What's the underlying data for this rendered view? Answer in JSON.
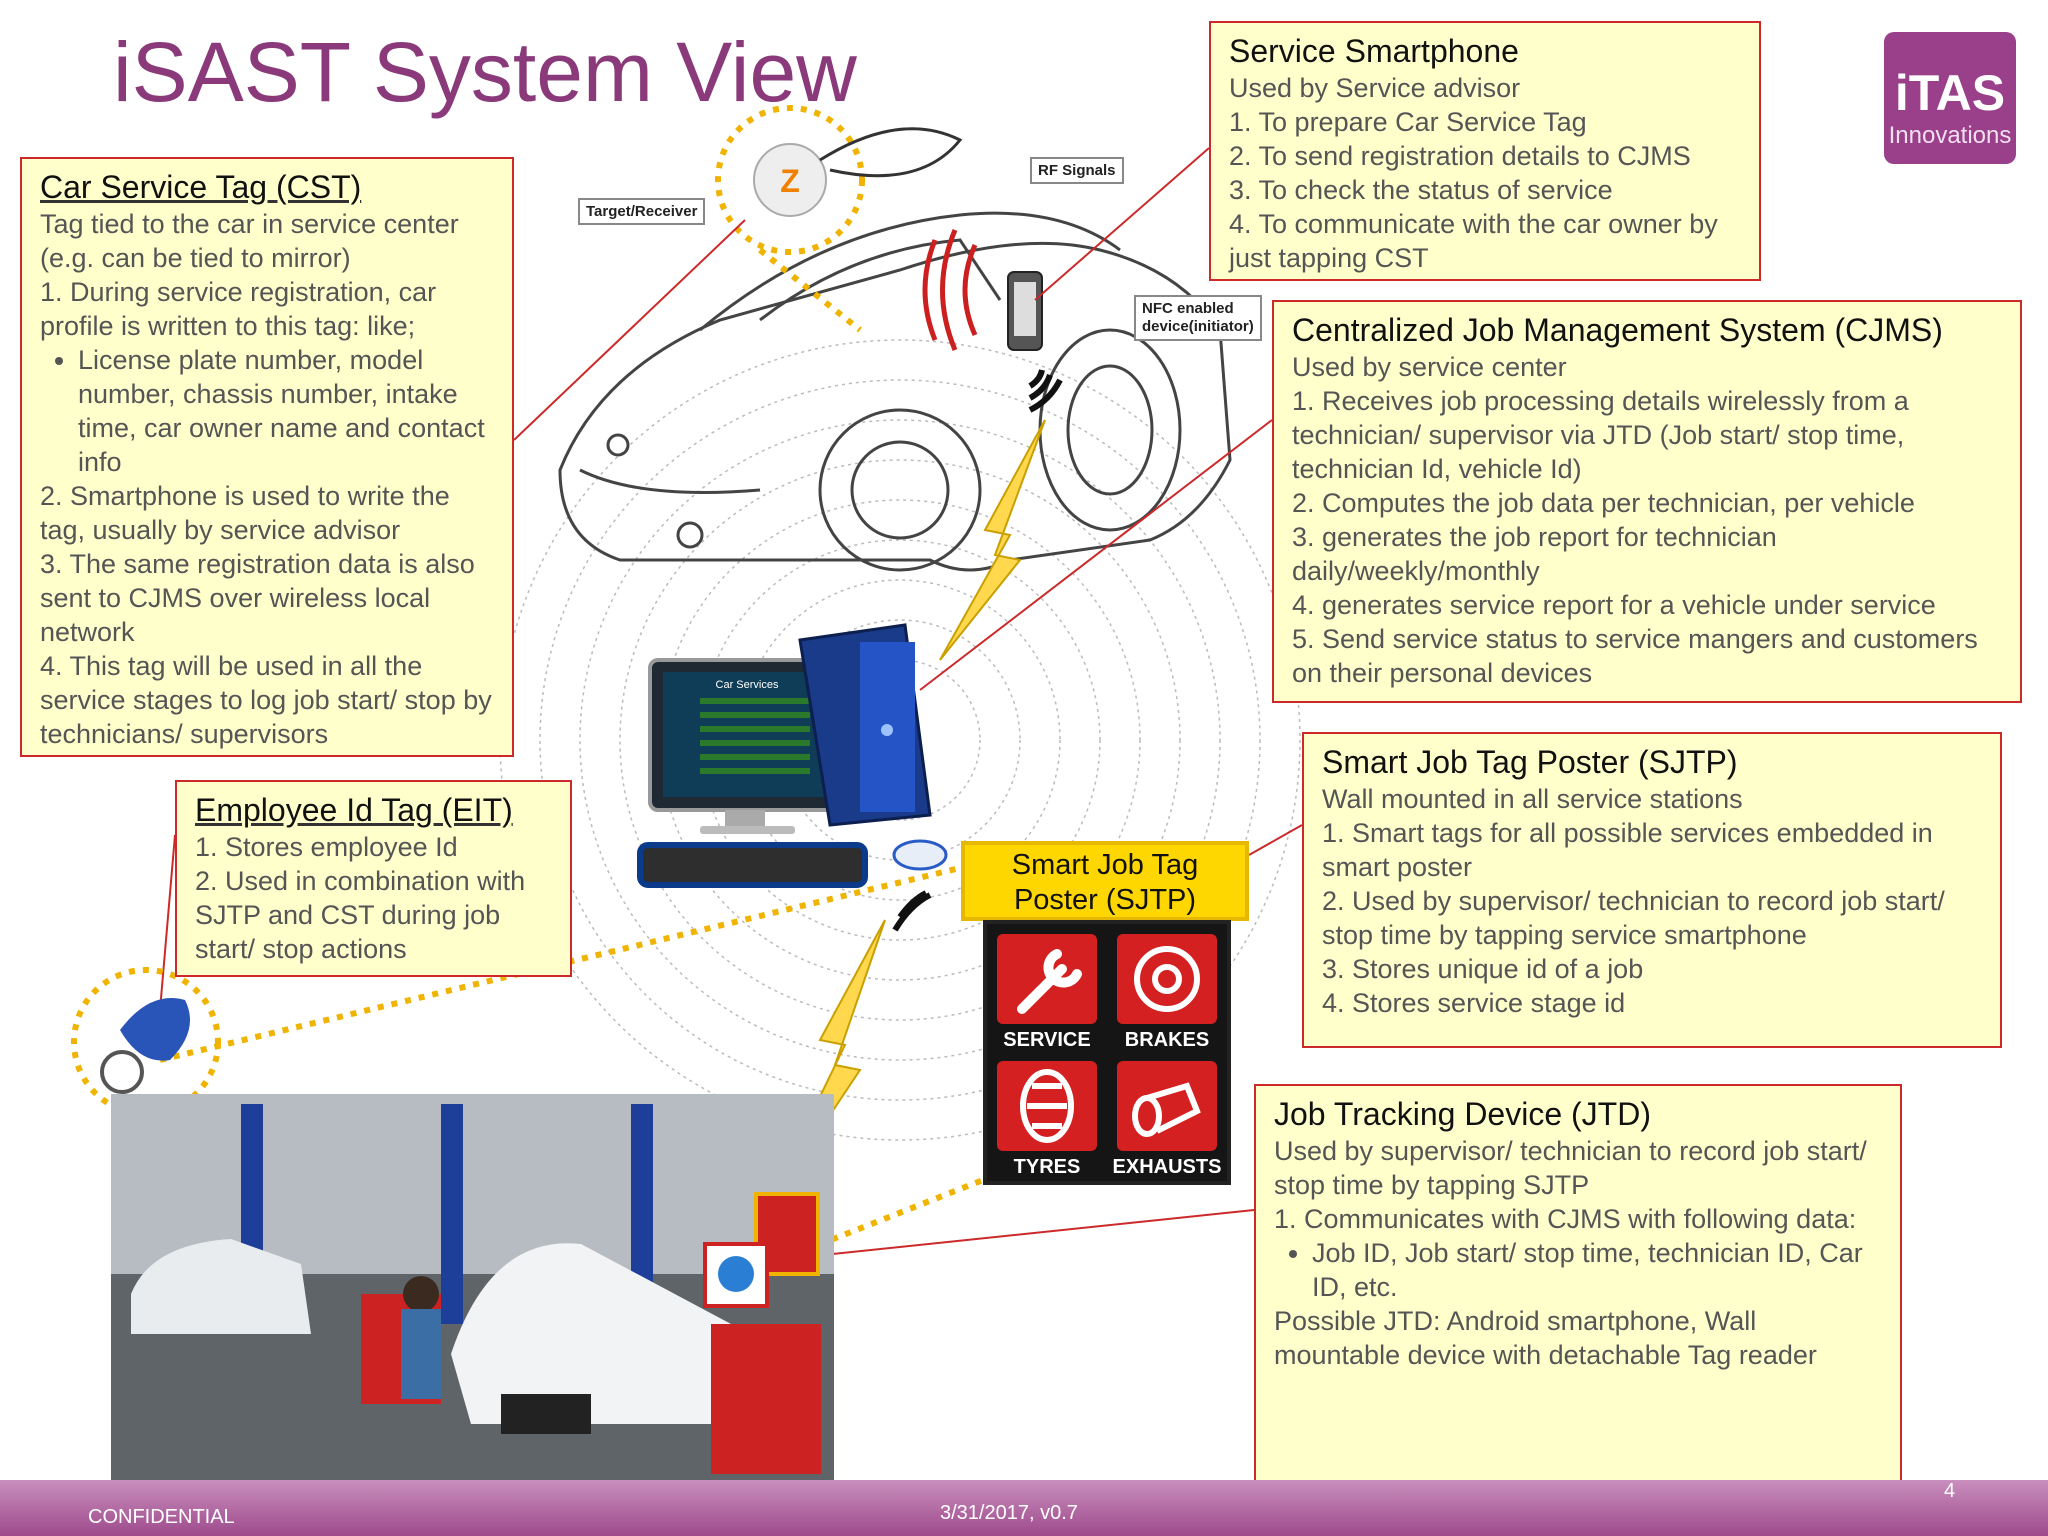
{
  "title": "iSAST System View",
  "logo": {
    "main": "iTAS",
    "sub": "Innovations"
  },
  "cst": {
    "heading": "Car Service Tag (CST)",
    "lines": [
      "Tag tied to the car in service center (e.g. can be tied to mirror)",
      "1. During service registration, car profile is written to this tag: like;"
    ],
    "bullets": [
      "License plate number, model number, chassis number, intake time, car owner name and contact info"
    ],
    "lines2": [
      "2. Smartphone is used to write the tag, usually by service advisor",
      "3. The same registration data is also sent to CJMS over wireless local network",
      "4. This tag will be used in all the service stages to log job start/ stop by technicians/ supervisors"
    ]
  },
  "eit": {
    "heading": "Employee Id Tag (EIT)",
    "lines": [
      "1. Stores employee Id",
      "2. Used in combination with SJTP and CST during job start/ stop actions"
    ]
  },
  "phone": {
    "heading": "Service Smartphone",
    "lines": [
      "Used by Service advisor",
      "1. To prepare Car Service Tag",
      "2. To send registration details to CJMS",
      "3. To check the status of service",
      "4. To communicate with the car owner by just tapping CST"
    ]
  },
  "cjms": {
    "heading": "Centralized Job Management System (CJMS)",
    "lines": [
      "Used by service center",
      "1. Receives job processing details wirelessly from a technician/ supervisor via JTD (Job start/ stop time, technician Id, vehicle Id)",
      "2. Computes the job data per technician, per vehicle",
      "3. generates the job report for technician daily/weekly/monthly",
      "4. generates service report for a vehicle under service",
      "5. Send service status to service mangers and customers on their personal devices"
    ]
  },
  "sjtp": {
    "heading": "Smart Job Tag Poster (SJTP)",
    "lines": [
      "Wall mounted in all service stations",
      "1. Smart tags for all possible services embedded in smart poster",
      "2. Used by supervisor/ technician to record job start/ stop time by tapping service smartphone",
      "3. Stores unique id of a job",
      "4. Stores service stage id"
    ]
  },
  "jtd": {
    "heading": "Job Tracking Device (JTD)",
    "lines": [
      "Used by supervisor/ technician to record job start/ stop time by tapping SJTP",
      "1. Communicates with CJMS with following data:"
    ],
    "bullets": [
      "Job ID, Job start/ stop time, technician ID, Car ID, etc."
    ],
    "lines2": [
      "Possible JTD: Android smartphone, Wall mountable device with detachable Tag reader"
    ]
  },
  "poster": {
    "label_line1": "Smart Job Tag",
    "label_line2": "Poster (SJTP)",
    "tiles": [
      "SERVICE",
      "BRAKES",
      "TYRES",
      "EXHAUSTS"
    ]
  },
  "car_labels": {
    "rf": "RF Signals",
    "target": "Target/Receiver",
    "nfc_line1": "NFC enabled",
    "nfc_line2": "device(initiator)"
  },
  "monitor": {
    "screen_title": "Car Services"
  },
  "footer": {
    "confidential": "CONFIDENTIAL",
    "date": "3/31/2017,  v0.7",
    "page": "4"
  }
}
